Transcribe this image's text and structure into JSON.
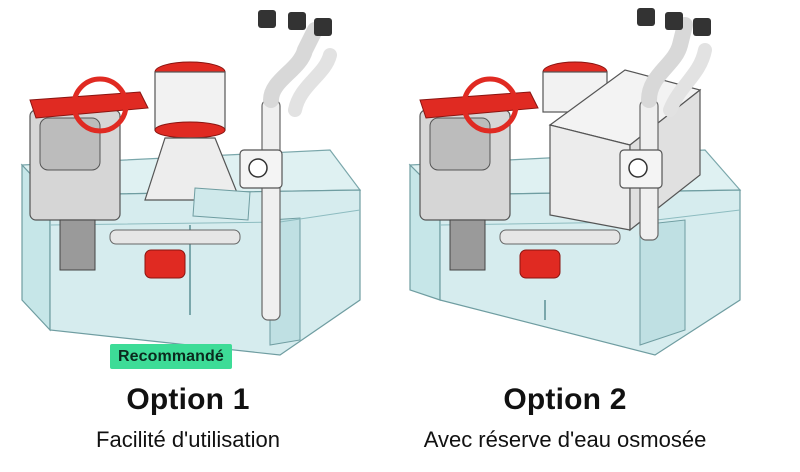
{
  "options": [
    {
      "badge": "Recommandé",
      "title": "Option 1",
      "subtitle": "Facilité d'utilisation"
    },
    {
      "title": "Option 2",
      "subtitle": "Avec réserve d'eau osmosée"
    }
  ],
  "colors": {
    "badge_bg": "#3ddc97",
    "accent_red": "#e02a22",
    "glass": "#bfe3e6",
    "equipment_gray": "#d9d9d9"
  }
}
